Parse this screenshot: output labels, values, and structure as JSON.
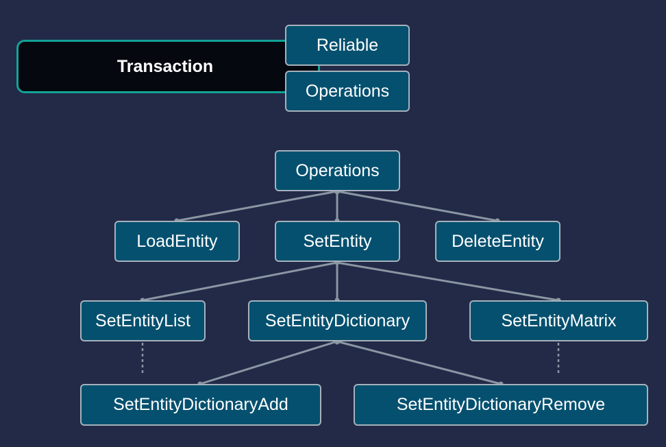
{
  "header": {
    "title": "Transaction",
    "tags": [
      "Reliable",
      "Operations"
    ]
  },
  "tree": {
    "root": "Operations",
    "level1": [
      "LoadEntity",
      "SetEntity",
      "DeleteEntity"
    ],
    "level2": [
      "SetEntityList",
      "SetEntityDictionary",
      "SetEntityMatrix"
    ],
    "level3": [
      "SetEntityDictionaryAdd",
      "SetEntityDictionaryRemove"
    ]
  },
  "colors": {
    "background": "#232a48",
    "node_fill": "#05506f",
    "node_border": "#a6b2bc",
    "title_fill": "#06080f",
    "title_border": "#12a396",
    "connector": "#8a97a3"
  }
}
